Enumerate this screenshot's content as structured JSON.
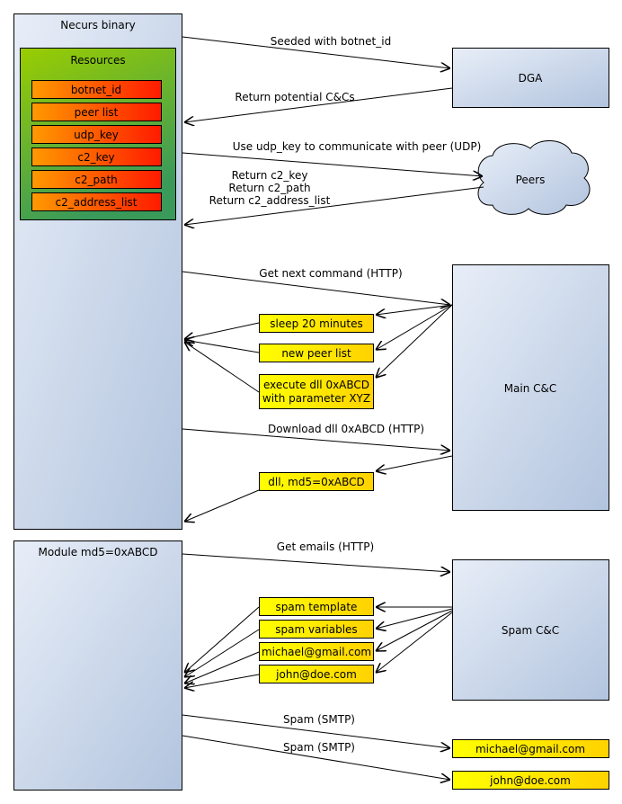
{
  "colors": {
    "box_light": "#e8eef8",
    "box_dark": "#b2c4de",
    "resources_top": "#9acd00",
    "resources_bottom": "#3a9a5a",
    "resource_item_left": "#ff9a00",
    "resource_item_right": "#ff1a00",
    "message_left": "#ffff00",
    "message_right": "#ffd200",
    "stroke": "#000000"
  },
  "necurs": {
    "title": "Necurs binary",
    "resources_title": "Resources",
    "resources": [
      "botnet_id",
      "peer list",
      "udp_key",
      "c2_key",
      "c2_path",
      "c2_address_list"
    ]
  },
  "module": {
    "title": "Module md5=0xABCD"
  },
  "dga": {
    "title": "DGA"
  },
  "peers": {
    "title": "Peers"
  },
  "main_cc": {
    "title": "Main C&C"
  },
  "spam_cc": {
    "title": "Spam C&C"
  },
  "edges": {
    "seeded": "Seeded with botnet_id",
    "return_ccs": "Return potential C&Cs",
    "use_udp": "Use udp_key to communicate with peer (UDP)",
    "return_c2_key": "Return c2_key",
    "return_c2_path": "Return c2_path",
    "return_c2_list": "Return c2_address_list",
    "get_next_command": "Get next command (HTTP)",
    "download_dll": "Download dll 0xABCD (HTTP)",
    "get_emails": "Get emails (HTTP)",
    "spam1": "Spam (SMTP)",
    "spam2": "Spam (SMTP)"
  },
  "commands": {
    "sleep": "sleep 20 minutes",
    "new_peer_list": "new peer list",
    "execute_line1": "execute dll 0xABCD",
    "execute_line2": "with parameter XYZ",
    "dll_md5": "dll, md5=0xABCD"
  },
  "spam_items": [
    "spam template",
    "spam variables",
    "michael@gmail.com",
    "john@doe.com"
  ],
  "recipients": [
    "michael@gmail.com",
    "john@doe.com"
  ]
}
